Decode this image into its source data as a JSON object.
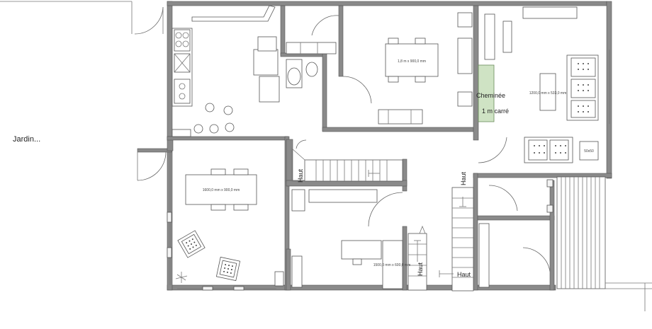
{
  "labels": {
    "garden": "Jardin...",
    "fireplace": "Cheminée",
    "fireplace_area": "1 m carré",
    "table_dining": "1,8 m x 900,0 mm",
    "table_living": "1200,0 mm x 533,0 mm",
    "table_garden_room": "1600,0 mm x 900,0 mm",
    "desk": "1500,0 mm x 600,0 mm",
    "small_square": "50x50",
    "stair_up_1": "Haut",
    "stair_up_2": "Haut",
    "stair_up_3": "Haut",
    "stair_up_4": "Haut"
  }
}
